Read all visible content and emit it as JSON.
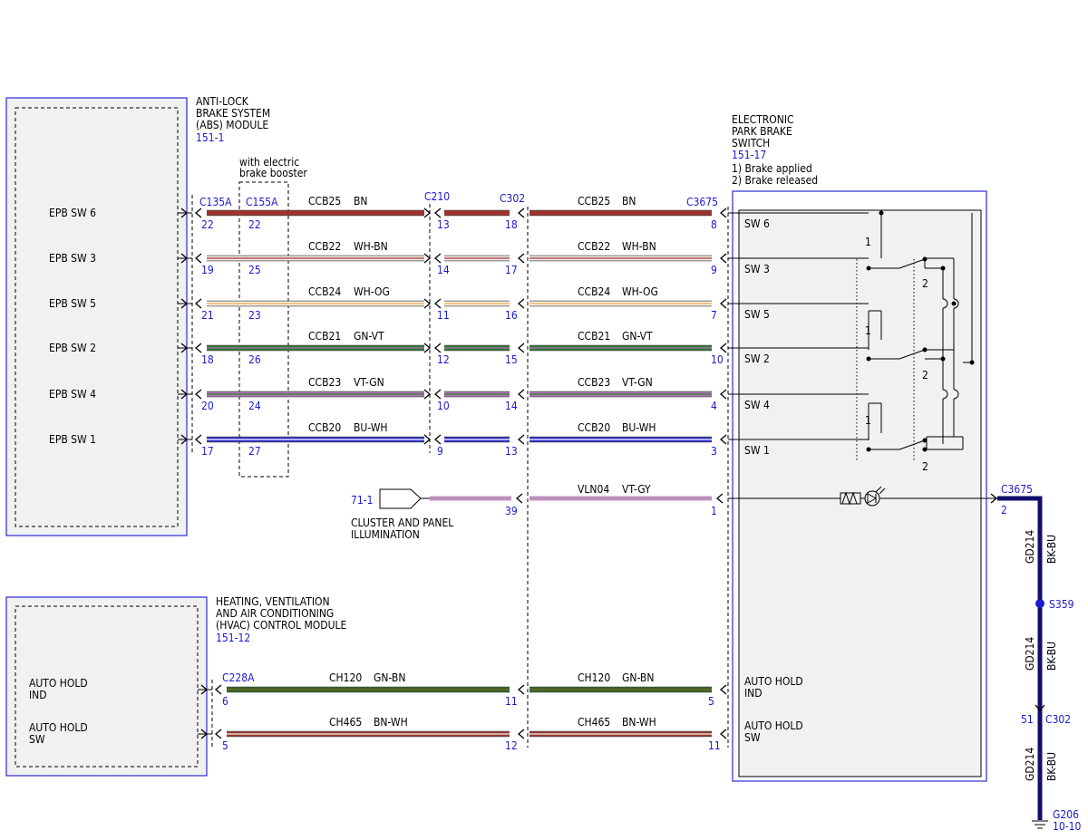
{
  "abs_module": {
    "lines": [
      "ANTI-LOCK",
      "BRAKE SYSTEM",
      "(ABS) MODULE"
    ],
    "ref": "151-1"
  },
  "booster_note": {
    "lines": [
      "with electric",
      "brake booster"
    ]
  },
  "epb_switch": {
    "lines": [
      "ELECTRONIC",
      "PARK BRAKE",
      "SWITCH"
    ],
    "ref": "151-17",
    "notes": [
      "1) Brake applied",
      "2) Brake released"
    ]
  },
  "hvac_module": {
    "lines": [
      "HEATING, VENTILATION",
      "AND AIR CONDITIONING",
      "(HVAC) CONTROL MODULE"
    ],
    "ref": "151-12"
  },
  "connectors": {
    "c135a": "C135A",
    "c155a": "C155A",
    "c210": "C210",
    "c302": "C302",
    "c3675": "C3675",
    "c228a": "C228A"
  },
  "circuits": [
    {
      "abs_label": "EPB SW 6",
      "pins": [
        "22",
        "22",
        "13",
        "18",
        "8"
      ],
      "circuit": "CCB25",
      "color_code": "BN",
      "sw_label": "SW 6",
      "wire": "#a0322e",
      "stripe": ""
    },
    {
      "abs_label": "EPB SW 3",
      "pins": [
        "19",
        "25",
        "14",
        "17",
        "9"
      ],
      "circuit": "CCB22",
      "color_code": "WH-BN",
      "sw_label": "SW 3",
      "wire": "#f6f0ec",
      "stripe": "#a0322e"
    },
    {
      "abs_label": "EPB SW 5",
      "pins": [
        "21",
        "23",
        "11",
        "16",
        "7"
      ],
      "circuit": "CCB24",
      "color_code": "WH-OG",
      "sw_label": "SW 5",
      "wire": "#fbf6ea",
      "stripe": "#e8a34a"
    },
    {
      "abs_label": "EPB SW 2",
      "pins": [
        "18",
        "26",
        "12",
        "15",
        "10"
      ],
      "circuit": "CCB21",
      "color_code": "GN-VT",
      "sw_label": "SW 2",
      "wire": "#2e7d2e",
      "stripe": "#b06ab8"
    },
    {
      "abs_label": "EPB SW 4",
      "pins": [
        "20",
        "24",
        "10",
        "14",
        "4"
      ],
      "circuit": "CCB23",
      "color_code": "VT-GN",
      "sw_label": "SW 4",
      "wire": "#b57ab9",
      "stripe": "#2e7d2e"
    },
    {
      "abs_label": "EPB SW 1",
      "pins": [
        "17",
        "27",
        "9",
        "13",
        "3"
      ],
      "circuit": "CCB20",
      "color_code": "BU-WH",
      "sw_label": "SW 1",
      "wire": "#2a2ad0",
      "stripe": "#ffffff"
    }
  ],
  "switch_contacts": {
    "applied": "1",
    "released": "2"
  },
  "illumination": {
    "ref": "71-1",
    "label_lines": [
      "CLUSTER AND PANEL",
      "ILLUMINATION"
    ],
    "pin_c302": "39",
    "pin_switch": "1",
    "circuit": "VLN04",
    "color_code": "VT-GY",
    "wire": "#c98fcc",
    "stripe": "#9a9a9a"
  },
  "auto_hold": [
    {
      "hvac_lines": [
        "AUTO HOLD",
        "IND"
      ],
      "sw_lines": [
        "AUTO HOLD",
        "IND"
      ],
      "pins": [
        "6",
        "11",
        "5"
      ],
      "circuit": "CH120",
      "color_code": "GN-BN",
      "wire": "#2e6b25",
      "stripe": "#8a5a2a"
    },
    {
      "hvac_lines": [
        "AUTO HOLD",
        "SW"
      ],
      "sw_lines": [
        "AUTO HOLD",
        "SW"
      ],
      "pins": [
        "5",
        "12",
        "11"
      ],
      "circuit": "CH465",
      "color_code": "BN-WH",
      "wire": "#9a3a30",
      "stripe": "#f6f0ec"
    }
  ],
  "ground": {
    "connector": "C3675",
    "pin": "2",
    "circuit": "GD214",
    "color_code": "BK-BU",
    "splice": "S359",
    "c302_pin": "51",
    "c302": "C302",
    "ground_id": "G206",
    "ground_ref": "10-10",
    "wire": "#10106a"
  }
}
